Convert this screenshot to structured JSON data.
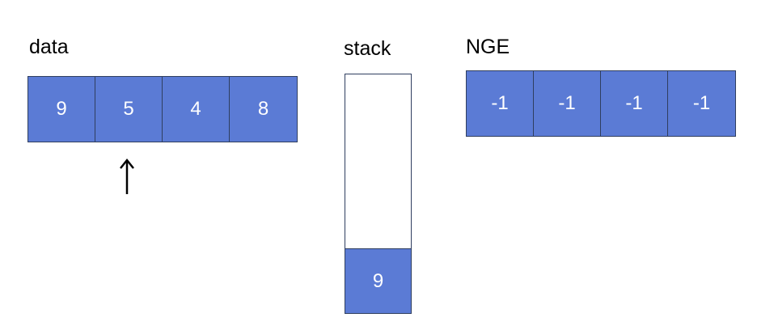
{
  "colors": {
    "cell_fill": "#5b7bd5",
    "cell_border": "#2f3e5f",
    "text_on_cell": "#ffffff"
  },
  "data": {
    "label": "data",
    "values": [
      "9",
      "5",
      "4",
      "8"
    ],
    "pointer_index": 1
  },
  "stack": {
    "label": "stack",
    "items": [
      "9"
    ]
  },
  "nge": {
    "label": "NGE",
    "values": [
      "-1",
      "-1",
      "-1",
      "-1"
    ]
  }
}
